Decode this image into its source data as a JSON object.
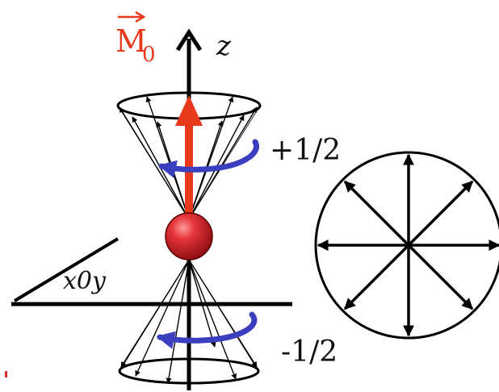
{
  "diagram": {
    "magnetization_label": "M",
    "magnetization_subscript": "0",
    "axis_label": "z",
    "plane_label": "x0y",
    "spin_up_label": "+1/2",
    "spin_down_label": "-1/2"
  },
  "colors": {
    "magnetization": "#e8391c",
    "precession": "#3a3fbf",
    "nucleus": "#d7262b",
    "lines": "#000000"
  }
}
